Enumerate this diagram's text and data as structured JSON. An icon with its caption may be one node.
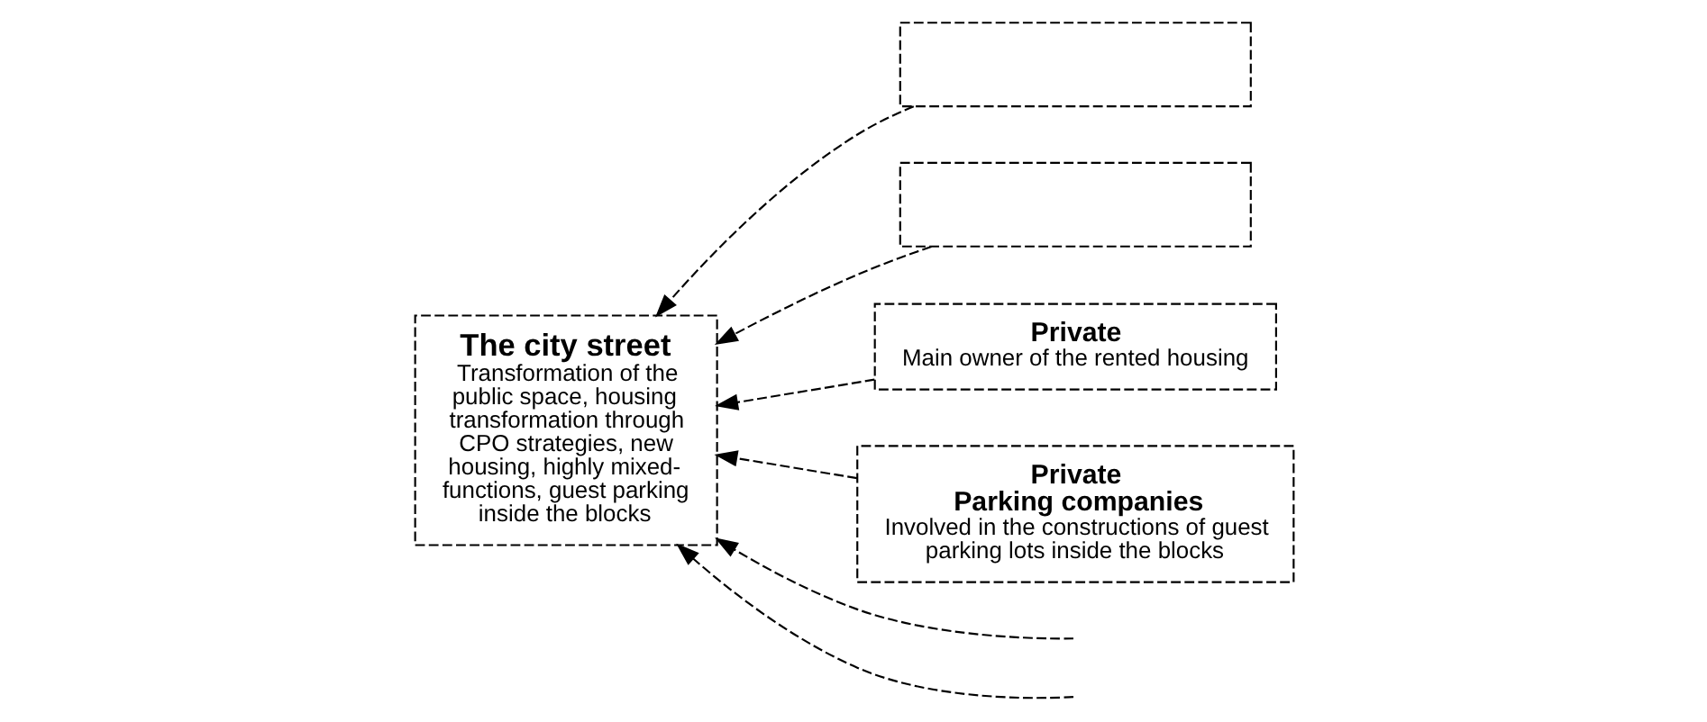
{
  "diagram": {
    "nodes": [
      {
        "text": [],
        "shape": "box"
      },
      {
        "text": [],
        "shape": "box"
      },
      {
        "text": [
          "The city street",
          "Transformation of the public space, housing transformation through CPO strategies, new housing, highly mixed-functions, guest parking inside the blocks"
        ]
      },
      {
        "text": [
          "Private",
          "Main owner of the rented housing"
        ]
      },
      {
        "text": [
          "Private",
          "Parking companies",
          "Involved in the constructions of guest parking lots inside the blocks"
        ]
      }
    ],
    "edges": [
      {
        "from": 0,
        "to": 2,
        "arrow": "to",
        "style": "dashed"
      },
      {
        "from": 1,
        "to": 2,
        "arrow": "to",
        "style": "dashed"
      },
      {
        "from": 3,
        "to": 2,
        "arrow": "to",
        "style": "dashed"
      },
      {
        "from": 4,
        "to": 2,
        "arrow": "to",
        "style": "dashed"
      },
      {
        "from": null,
        "to": 2,
        "arrow": "to",
        "style": "dashed"
      },
      {
        "from": null,
        "to": 2,
        "arrow": "to",
        "style": "dashed"
      }
    ]
  }
}
